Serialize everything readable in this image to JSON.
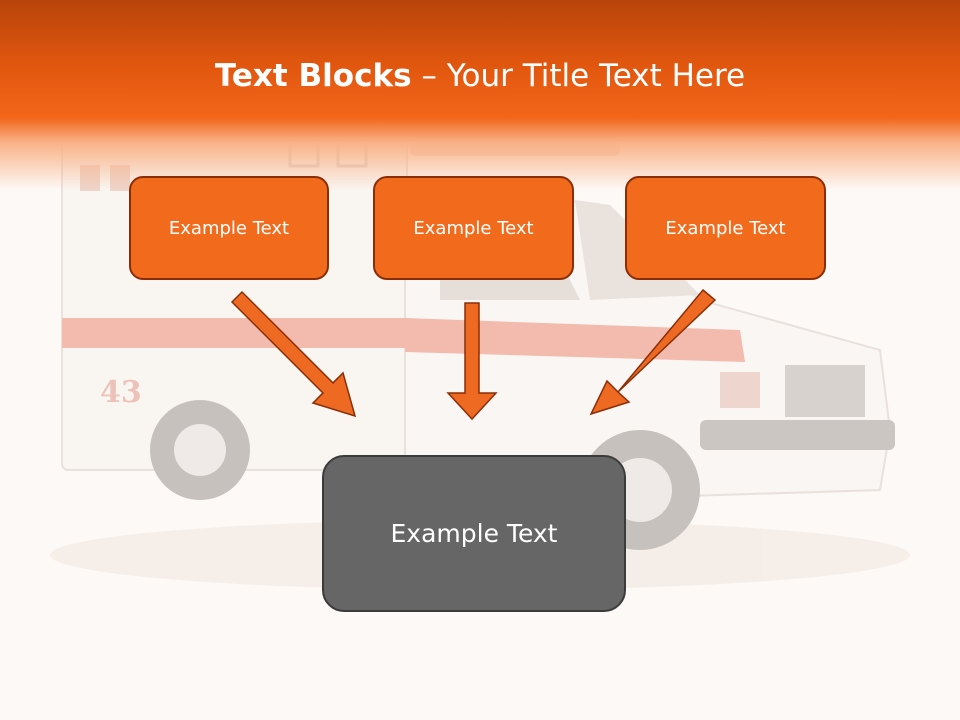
{
  "slide": {
    "title_bold": "Text Blocks",
    "title_rest": " – Your Title Text Here"
  },
  "boxes": [
    {
      "text": "Example Text"
    },
    {
      "text": "Example Text"
    },
    {
      "text": "Example Text"
    }
  ],
  "center_box": {
    "text": "Example Text"
  },
  "colors": {
    "header": "#e2570f",
    "box_fill": "#f26b1d",
    "box_border": "#8a2e08",
    "arrow": "#ee6a22",
    "center_fill": "#666666"
  },
  "icons": {
    "background": "ambulance-icon"
  }
}
